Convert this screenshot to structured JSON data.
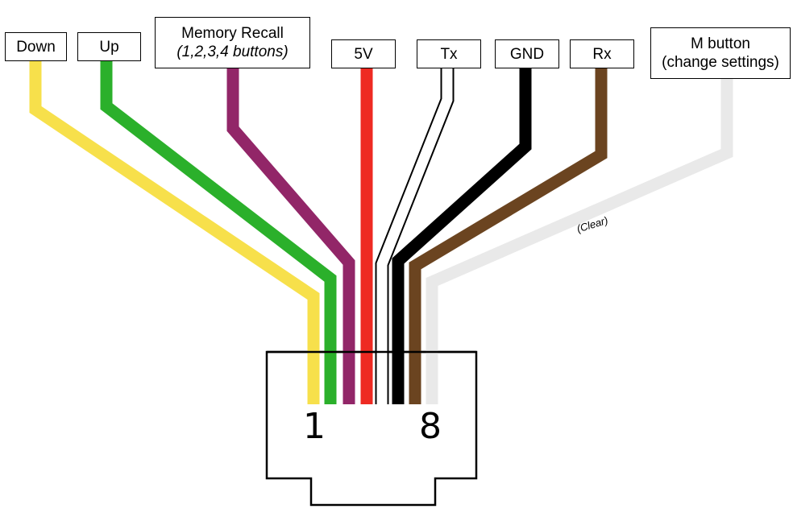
{
  "labels": {
    "down": "Down",
    "up": "Up",
    "memory_recall": "Memory Recall",
    "memory_recall_sub": "(1,2,3,4 buttons)",
    "v5": "5V",
    "tx": "Tx",
    "gnd": "GND",
    "rx": "Rx",
    "m_button": "M button",
    "m_button_sub": "(change settings)"
  },
  "clear_note": "(Clear)",
  "pins": {
    "first": "1",
    "last": "8"
  },
  "wire_colors": {
    "down": "#f7e04b",
    "up": "#2bb02b",
    "memory_recall": "#922668",
    "v5": "#ee2a22",
    "tx": "#ffffff",
    "gnd": "#000000",
    "rx": "#6b4420",
    "m_button": "#e9e9e9"
  }
}
